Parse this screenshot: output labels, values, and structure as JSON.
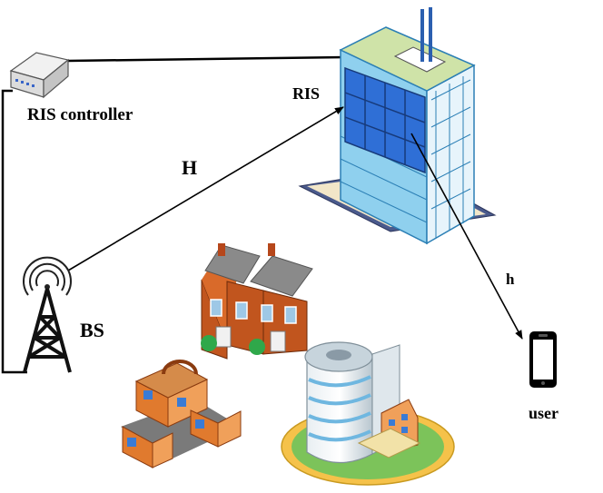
{
  "labels": {
    "ris_controller": "RIS controller",
    "ris": "RIS",
    "channel_H": "H",
    "channel_h": "h",
    "bs": "BS",
    "user": "user"
  },
  "colors": {
    "glass": "#2f6fd6",
    "building_frame": "#8fd0ee",
    "house_brick": "#c1551e",
    "roof": "#8a8a8a",
    "line": "#000000"
  }
}
